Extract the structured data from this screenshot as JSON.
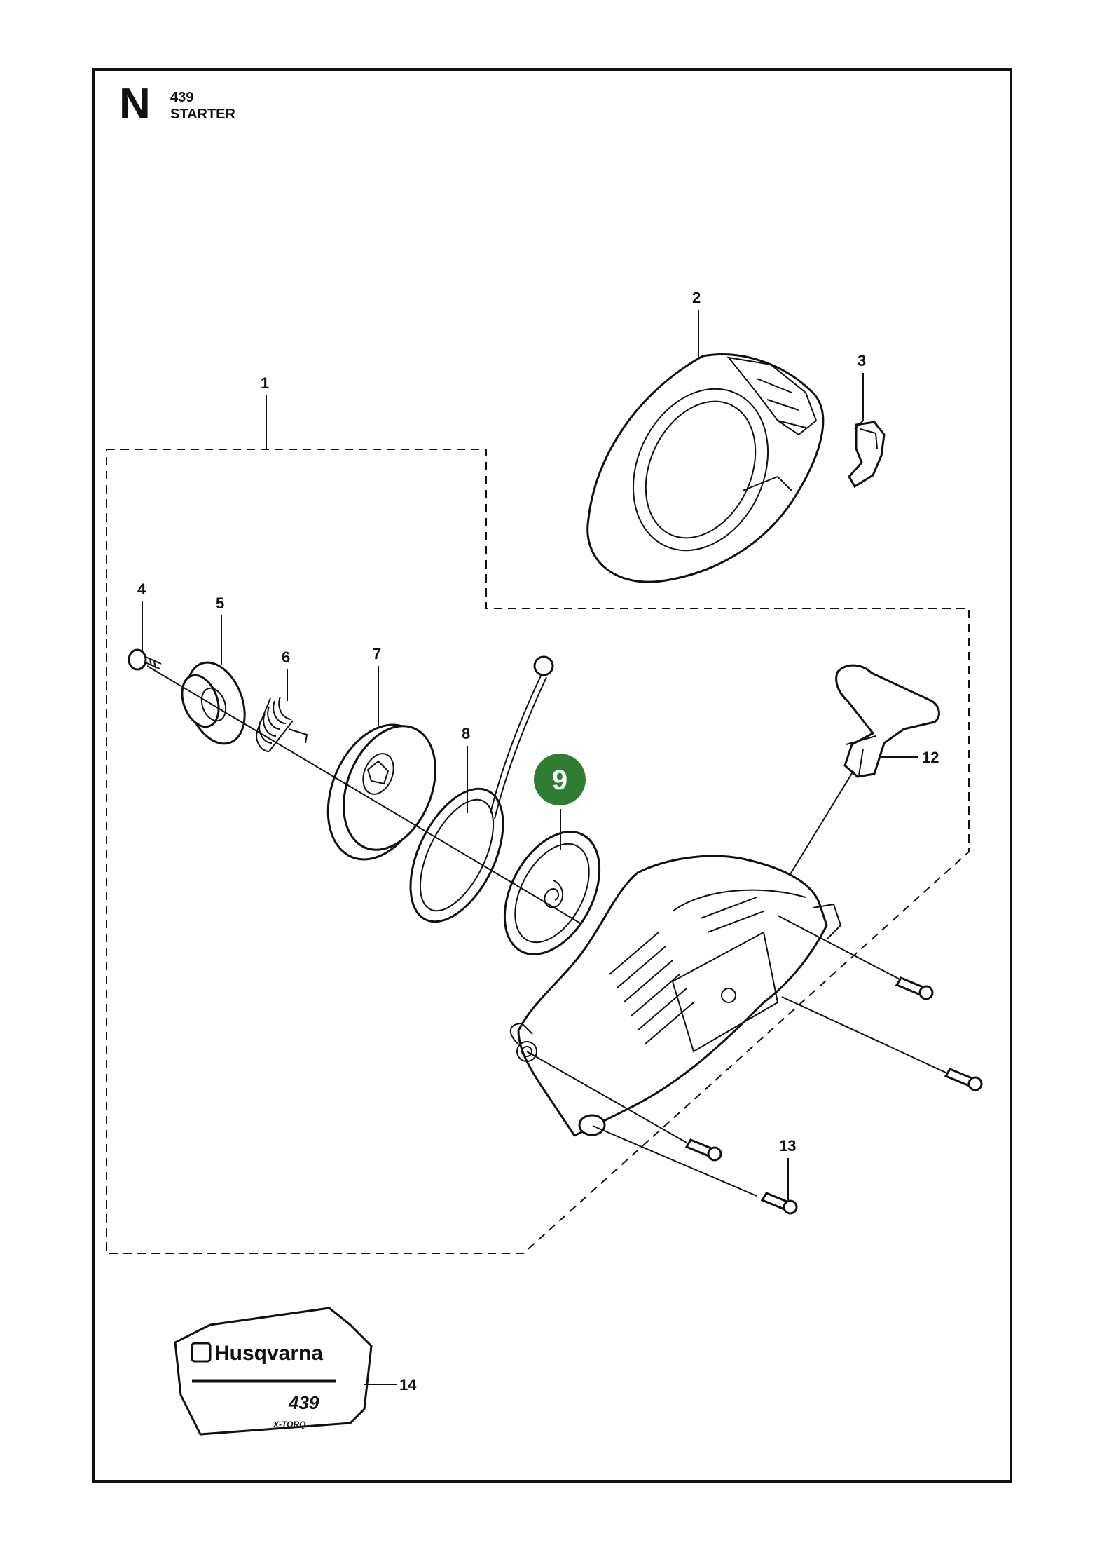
{
  "header": {
    "section": "N",
    "model": "439",
    "title": "STARTER"
  },
  "callouts": [
    {
      "id": "1",
      "label": "1"
    },
    {
      "id": "2",
      "label": "2"
    },
    {
      "id": "3",
      "label": "3"
    },
    {
      "id": "4",
      "label": "4"
    },
    {
      "id": "5",
      "label": "5"
    },
    {
      "id": "6",
      "label": "6"
    },
    {
      "id": "7",
      "label": "7"
    },
    {
      "id": "8",
      "label": "8"
    },
    {
      "id": "9",
      "label": "9",
      "highlighted": true,
      "color": "#2e7d32"
    },
    {
      "id": "12",
      "label": "12"
    },
    {
      "id": "13",
      "label": "13"
    },
    {
      "id": "14",
      "label": "14"
    }
  ],
  "decal": {
    "brand": "Husqvarna",
    "model": "439",
    "tagline": "X-TORQ"
  },
  "colors": {
    "line": "#111111",
    "highlight": "#2e7d32",
    "background": "#ffffff"
  }
}
